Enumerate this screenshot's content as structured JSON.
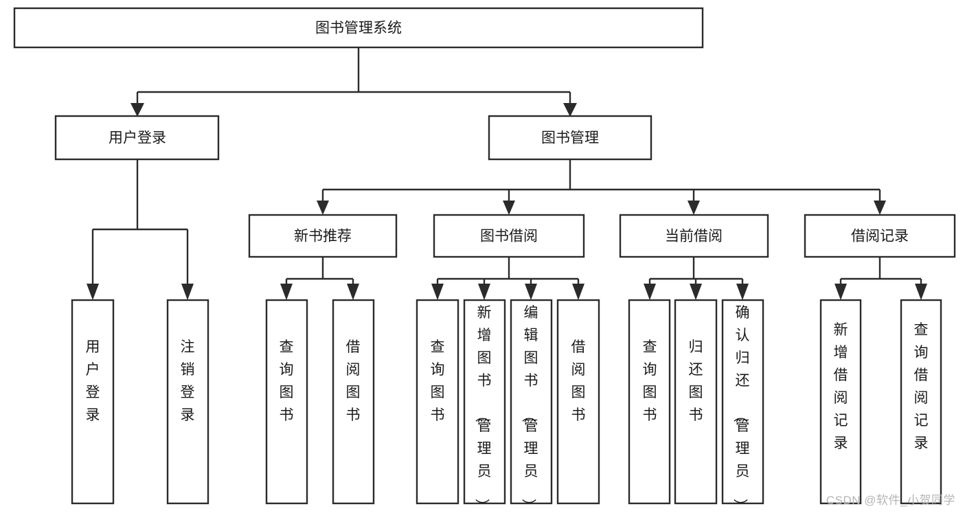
{
  "diagram": {
    "type": "tree-hierarchy-chart",
    "title": "图书管理系统",
    "watermark": "CSDN @软件_小贺同学",
    "colors": {
      "box_stroke": "#2b2b2b",
      "box_fill": "#ffffff",
      "text": "#1a1a1a",
      "background": "#ffffff",
      "watermark": "#b5b5b5"
    },
    "nodes": {
      "root": {
        "label": "图书管理系统",
        "orientation": "horizontal"
      },
      "level2": [
        {
          "id": "user-login",
          "label": "用户登录",
          "orientation": "horizontal"
        },
        {
          "id": "book-manage",
          "label": "图书管理",
          "orientation": "horizontal"
        }
      ],
      "level3": [
        {
          "id": "new-book-recommend",
          "label": "新书推荐",
          "orientation": "horizontal"
        },
        {
          "id": "book-borrow",
          "label": "图书借阅",
          "orientation": "horizontal"
        },
        {
          "id": "current-borrow",
          "label": "当前借阅",
          "orientation": "horizontal"
        },
        {
          "id": "borrow-record",
          "label": "借阅记录",
          "orientation": "horizontal"
        }
      ],
      "leaves": {
        "user-login": [
          {
            "id": "leaf-user-login",
            "label": "用户登录",
            "orientation": "vertical"
          },
          {
            "id": "leaf-logout",
            "label": "注销登录",
            "orientation": "vertical"
          }
        ],
        "new-book-recommend": [
          {
            "id": "leaf-query-book-1",
            "label": "查询图书",
            "orientation": "vertical"
          },
          {
            "id": "leaf-borrow-book-1",
            "label": "借阅图书",
            "orientation": "vertical"
          }
        ],
        "book-borrow": [
          {
            "id": "leaf-query-book-2",
            "label": "查询图书",
            "orientation": "vertical"
          },
          {
            "id": "leaf-add-book",
            "label": "新增图书（管理员）",
            "orientation": "vertical"
          },
          {
            "id": "leaf-edit-book",
            "label": "编辑图书（管理员）",
            "orientation": "vertical"
          },
          {
            "id": "leaf-borrow-book-2",
            "label": "借阅图书",
            "orientation": "vertical"
          }
        ],
        "current-borrow": [
          {
            "id": "leaf-query-book-3",
            "label": "查询图书",
            "orientation": "vertical"
          },
          {
            "id": "leaf-return-book",
            "label": "归还图书",
            "orientation": "vertical"
          },
          {
            "id": "leaf-confirm-return",
            "label": "确认归还（管理员）",
            "orientation": "vertical"
          }
        ],
        "borrow-record": [
          {
            "id": "leaf-add-record",
            "label": "新增借阅记录",
            "orientation": "vertical"
          },
          {
            "id": "leaf-query-record",
            "label": "查询借阅记录",
            "orientation": "vertical"
          }
        ]
      }
    }
  }
}
